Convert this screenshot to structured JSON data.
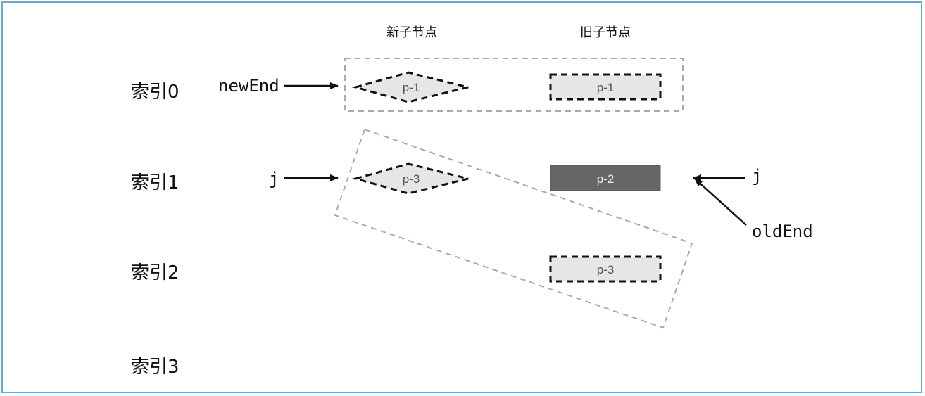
{
  "headers": {
    "new_children": "新子节点",
    "old_children": "旧子节点"
  },
  "indices": [
    "索引0",
    "索引1",
    "索引2",
    "索引3"
  ],
  "pointers": {
    "new_end": "newEnd",
    "j_left": "j",
    "j_right": "j",
    "old_end": "oldEnd"
  },
  "new_nodes": [
    "p-1",
    "p-3"
  ],
  "old_nodes": [
    "p-1",
    "p-2",
    "p-3"
  ],
  "colors": {
    "frame_border": "#6aa6d6",
    "node_fill": "#e6e6e6",
    "node_dark_fill": "#666666",
    "group_dash": "#aaaaaa"
  }
}
